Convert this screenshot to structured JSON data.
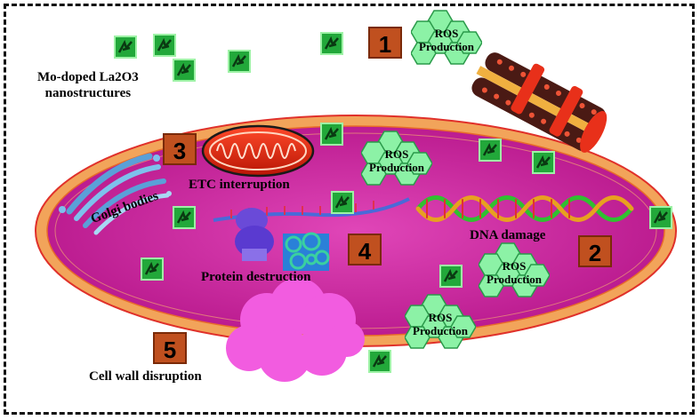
{
  "labels": {
    "nanostructures": "Mo-doped La2O3\nnanostructures",
    "etc": "ETC interruption",
    "golgi": "Golgi bodies",
    "dna": "DNA damage",
    "protein": "Protein destruction",
    "cell_wall": "Cell wall disruption",
    "ros": "ROS\nProduction"
  },
  "numbers": [
    "1",
    "2",
    "3",
    "4",
    "5"
  ],
  "colors": {
    "cell_fill": "#c4289a",
    "cell_border": "#f2a45a",
    "marker": "#c0501f",
    "ros": "#8cf2a6",
    "nanoparticle": "#22a83a",
    "blob": "#f25ce0"
  },
  "icons": [
    "nanoparticle-icon",
    "ros-hexagon-icon",
    "mitochondrion-icon",
    "golgi-icon",
    "dna-helix-icon",
    "ribosome-icon",
    "protein-icon",
    "cell-wall-icon",
    "membrane-rupture-icon"
  ]
}
